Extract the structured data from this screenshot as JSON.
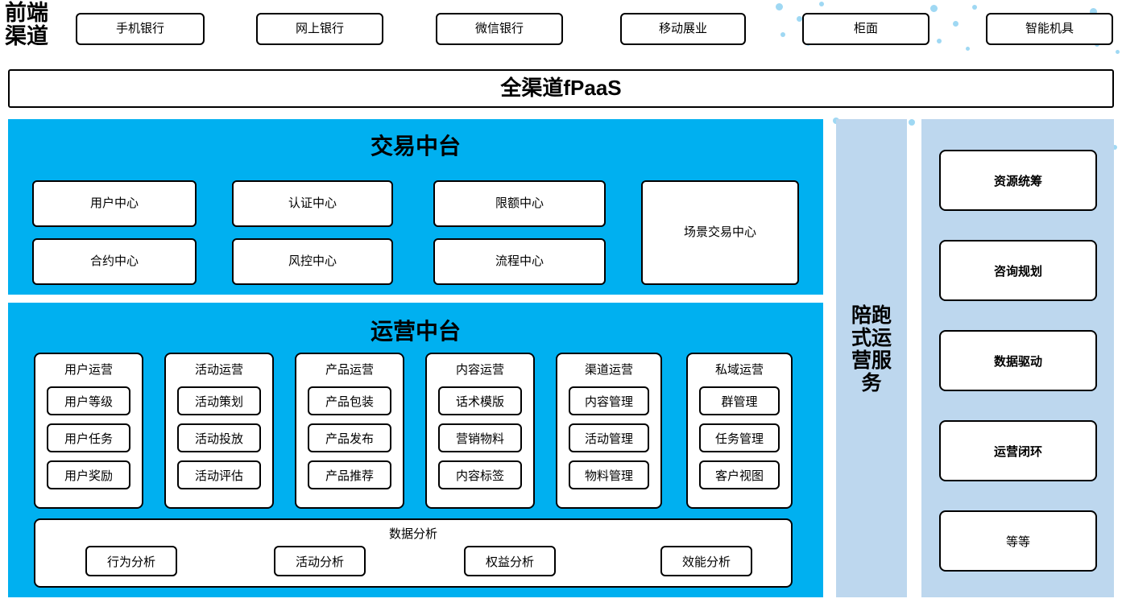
{
  "diagram": {
    "corner_label": "前端\n渠道",
    "channels": [
      {
        "label": "手机银行"
      },
      {
        "label": "网上银行"
      },
      {
        "label": "微信银行"
      },
      {
        "label": "移动展业"
      },
      {
        "label": "柜面"
      },
      {
        "label": "智能机具"
      }
    ],
    "fpaas_bar": "全渠道fPaaS",
    "transaction_center": {
      "title": "交易中台",
      "items": [
        {
          "label": "用户中心"
        },
        {
          "label": "认证中心"
        },
        {
          "label": "限额中心"
        },
        {
          "label": "场景交易中心"
        },
        {
          "label": "合约中心"
        },
        {
          "label": "风控中心"
        },
        {
          "label": "流程中心"
        }
      ]
    },
    "operation_center": {
      "title": "运营中台",
      "columns": [
        {
          "title": "用户运营",
          "items": [
            "用户等级",
            "用户任务",
            "用户奖励"
          ]
        },
        {
          "title": "活动运营",
          "items": [
            "活动策划",
            "活动投放",
            "活动评估"
          ]
        },
        {
          "title": "产品运营",
          "items": [
            "产品包装",
            "产品发布",
            "产品推荐"
          ]
        },
        {
          "title": "内容运营",
          "items": [
            "话术模版",
            "营销物料",
            "内容标签"
          ]
        },
        {
          "title": "渠道运营",
          "items": [
            "内容管理",
            "活动管理",
            "物料管理"
          ]
        },
        {
          "title": "私域运营",
          "items": [
            "群管理",
            "任务管理",
            "客户视图"
          ]
        }
      ],
      "analysis": {
        "title": "数据分析",
        "items": [
          "行为分析",
          "活动分析",
          "权益分析",
          "效能分析"
        ]
      }
    },
    "service_strip": {
      "label": "陪跑\n式运\n营服\n务"
    },
    "right_panel": {
      "items": [
        {
          "label": "资源统筹",
          "bold": true
        },
        {
          "label": "咨询规划",
          "bold": true
        },
        {
          "label": "数据驱动",
          "bold": true
        },
        {
          "label": "运营闭环",
          "bold": true
        },
        {
          "label": "等等",
          "bold": false
        }
      ]
    },
    "colors": {
      "panel_blue": "#00b0f0",
      "service_blue": "#bdd7ee",
      "dot_blue": "#9fd8f3",
      "border": "#000000",
      "background": "#ffffff"
    }
  }
}
